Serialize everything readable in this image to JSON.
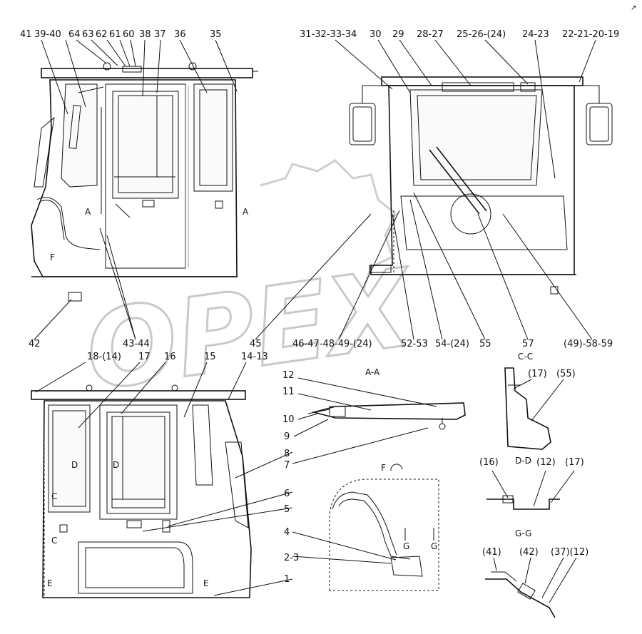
{
  "watermark": "OPEX",
  "corner_mark": "↗",
  "callouts": {
    "top_left": [
      "41",
      "39-40",
      "64",
      "63",
      "62",
      "61",
      "60",
      "38",
      "37",
      "36",
      "35",
      "42",
      "43-44",
      "45"
    ],
    "top_right": [
      "31-32-33-34",
      "30",
      "29",
      "28-27",
      "25-26-(24)",
      "24-23",
      "22-21-20-19",
      "46-47-48-49-(24)",
      "52-53",
      "54-(24)",
      "55",
      "57",
      "(49)-58-59"
    ],
    "bottom_left": [
      "18-(14)",
      "17",
      "16",
      "15",
      "14-13",
      "12",
      "11",
      "10",
      "9",
      "8",
      "7",
      "6",
      "5",
      "4",
      "2-3",
      "1"
    ],
    "details": [
      "(17)",
      "(55)",
      "(16)",
      "(12)",
      "(17)",
      "(41)",
      "(42)",
      "(37)(12)"
    ]
  },
  "section_labels": {
    "aa": "A-A",
    "cc": "C-C",
    "dd": "D-D",
    "gg": "G-G",
    "f": "F",
    "markers": [
      "A",
      "A",
      "F",
      "D",
      "D",
      "C",
      "C",
      "E",
      "E",
      "G",
      "G"
    ]
  }
}
